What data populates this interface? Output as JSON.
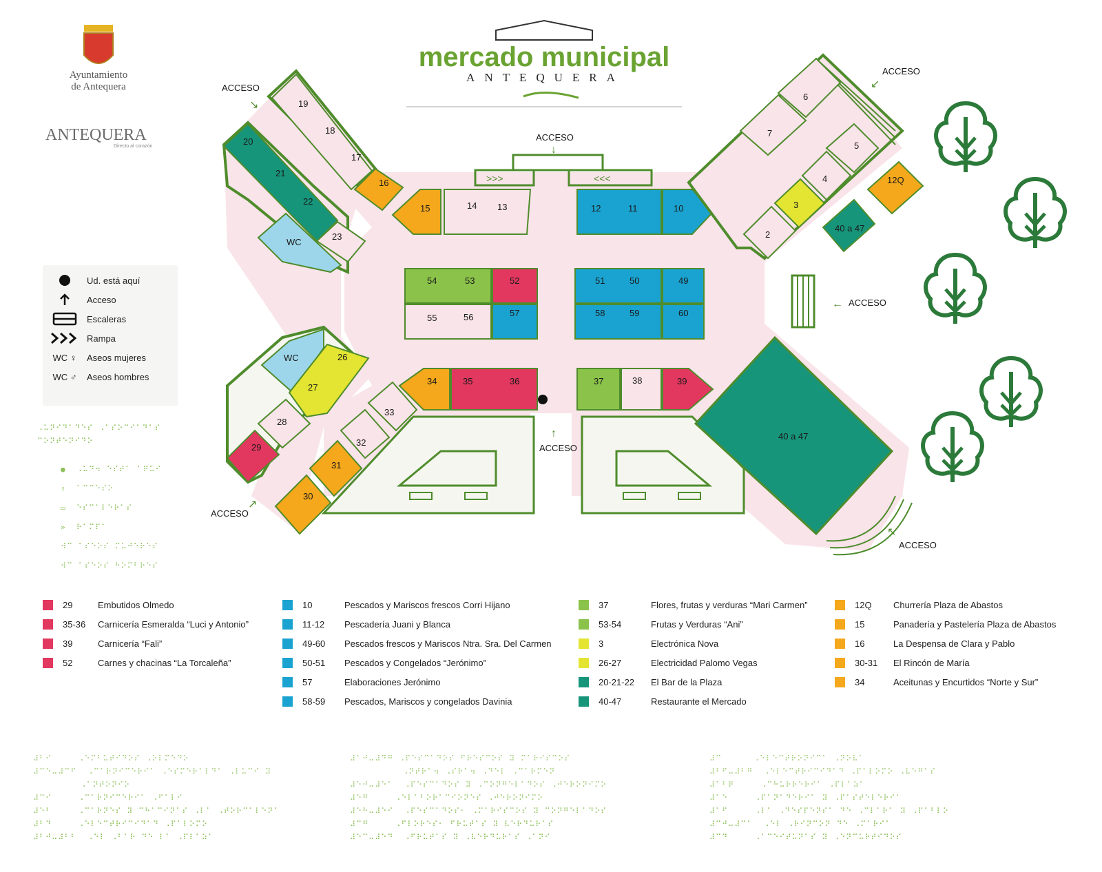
{
  "header": {
    "title": "mercado municipal",
    "subtitle": "ANTEQUERA",
    "ayuntamiento_line1": "Ayuntamiento",
    "ayuntamiento_line2": "de Antequera",
    "brand": "ANTEQUERA",
    "brand_tagline": "Directo al corazón"
  },
  "colors": {
    "red": "#e2375f",
    "blue": "#1aa3d0",
    "green": "#8bc34a",
    "yellow": "#e3e532",
    "teal": "#17957a",
    "orange": "#f5a81c",
    "pink": "#f8e4e9",
    "outline": "#4f8c2c",
    "light": "#f5f6f0"
  },
  "map": {
    "acceso": "ACCESO",
    "wc": "WC",
    "stalls": {
      "s19": "19",
      "s18": "18",
      "s17": "17",
      "s16": "16",
      "s15": "15",
      "s14": "14",
      "s13": "13",
      "s20": "20",
      "s21": "21",
      "s22": "22",
      "s23": "23",
      "s12": "12",
      "s11": "11",
      "s10": "10",
      "s6": "6",
      "s7": "7",
      "s5": "5",
      "s4": "4",
      "s3": "3",
      "s2": "2",
      "s12q": "12Q",
      "s4047a": "40 a 47",
      "s54": "54",
      "s53": "53",
      "s52": "52",
      "s55": "55",
      "s56": "56",
      "s57": "57",
      "s51": "51",
      "s50": "50",
      "s49": "49",
      "s58": "58",
      "s59": "59",
      "s60": "60",
      "s34": "34",
      "s35": "35",
      "s36": "36",
      "s37": "37",
      "s38": "38",
      "s39": "39",
      "s26": "26",
      "s27": "27",
      "s28": "28",
      "s29": "29",
      "s33": "33",
      "s32": "32",
      "s31": "31",
      "s30": "30",
      "s4047b": "40 a 47"
    }
  },
  "legend": [
    {
      "icon": "dot-icon",
      "label": "Ud. está aquí"
    },
    {
      "icon": "arrow-up-icon",
      "label": "Acceso"
    },
    {
      "icon": "stairs-icon",
      "label": "Escaleras"
    },
    {
      "icon": "ramp-icon",
      "label": "Rampa"
    },
    {
      "icon": "wc-women-icon",
      "prefix": "WC",
      "label": "Aseos mujeres"
    },
    {
      "icon": "wc-men-icon",
      "prefix": "WC",
      "label": "Aseos hombres"
    }
  ],
  "directory": {
    "col1": [
      {
        "color": "#e2375f",
        "num": "29",
        "name": "Embutidos Olmedo"
      },
      {
        "color": "#e2375f",
        "num": "35-36",
        "name": "Carnicería Esmeralda “Luci y Antonio”"
      },
      {
        "color": "#e2375f",
        "num": "39",
        "name": "Carnicería “Fali”"
      },
      {
        "color": "#e2375f",
        "num": "52",
        "name": "Carnes y chacinas “La Torcaleña”"
      }
    ],
    "col2": [
      {
        "color": "#1aa3d0",
        "num": "10",
        "name": "Pescados y Mariscos frescos Corri Hijano"
      },
      {
        "color": "#1aa3d0",
        "num": "11-12",
        "name": "Pescadería Juani y Blanca"
      },
      {
        "color": "#1aa3d0",
        "num": "49-60",
        "name": "Pescados frescos y Mariscos Ntra. Sra. Del Carmen"
      },
      {
        "color": "#1aa3d0",
        "num": "50-51",
        "name": "Pescados y Congelados “Jerónimo”"
      },
      {
        "color": "#1aa3d0",
        "num": "57",
        "name": "Elaboraciones Jerónimo"
      },
      {
        "color": "#1aa3d0",
        "num": "58-59",
        "name": "Pescados, Mariscos y congelados Davinia"
      }
    ],
    "col3": [
      {
        "color": "#8bc34a",
        "num": "37",
        "name": "Flores, frutas y verduras “Mari Carmen”"
      },
      {
        "color": "#8bc34a",
        "num": "53-54",
        "name": "Frutas y Verduras “Ani”"
      },
      {
        "color": "#e3e532",
        "num": "3",
        "name": "Electrónica Nova"
      },
      {
        "color": "#e3e532",
        "num": "26-27",
        "name": "Electricidad Palomo Vegas"
      },
      {
        "color": "#17957a",
        "num": "20-21-22",
        "name": "El Bar de la Plaza"
      },
      {
        "color": "#17957a",
        "num": "40-47",
        "name": "Restaurante el Mercado"
      }
    ],
    "col4": [
      {
        "color": "#f5a81c",
        "num": "12Q",
        "name": "Churrería Plaza de Abastos"
      },
      {
        "color": "#f5a81c",
        "num": "15",
        "name": "Panadería y Pastelería Plaza de Abastos"
      },
      {
        "color": "#f5a81c",
        "num": "16",
        "name": "La Despensa de Clara y Pablo"
      },
      {
        "color": "#f5a81c",
        "num": "30-31",
        "name": "El Rincón de María"
      },
      {
        "color": "#f5a81c",
        "num": "34",
        "name": "Aceitunas y Encurtidos “Norte y Sur”"
      }
    ]
  }
}
